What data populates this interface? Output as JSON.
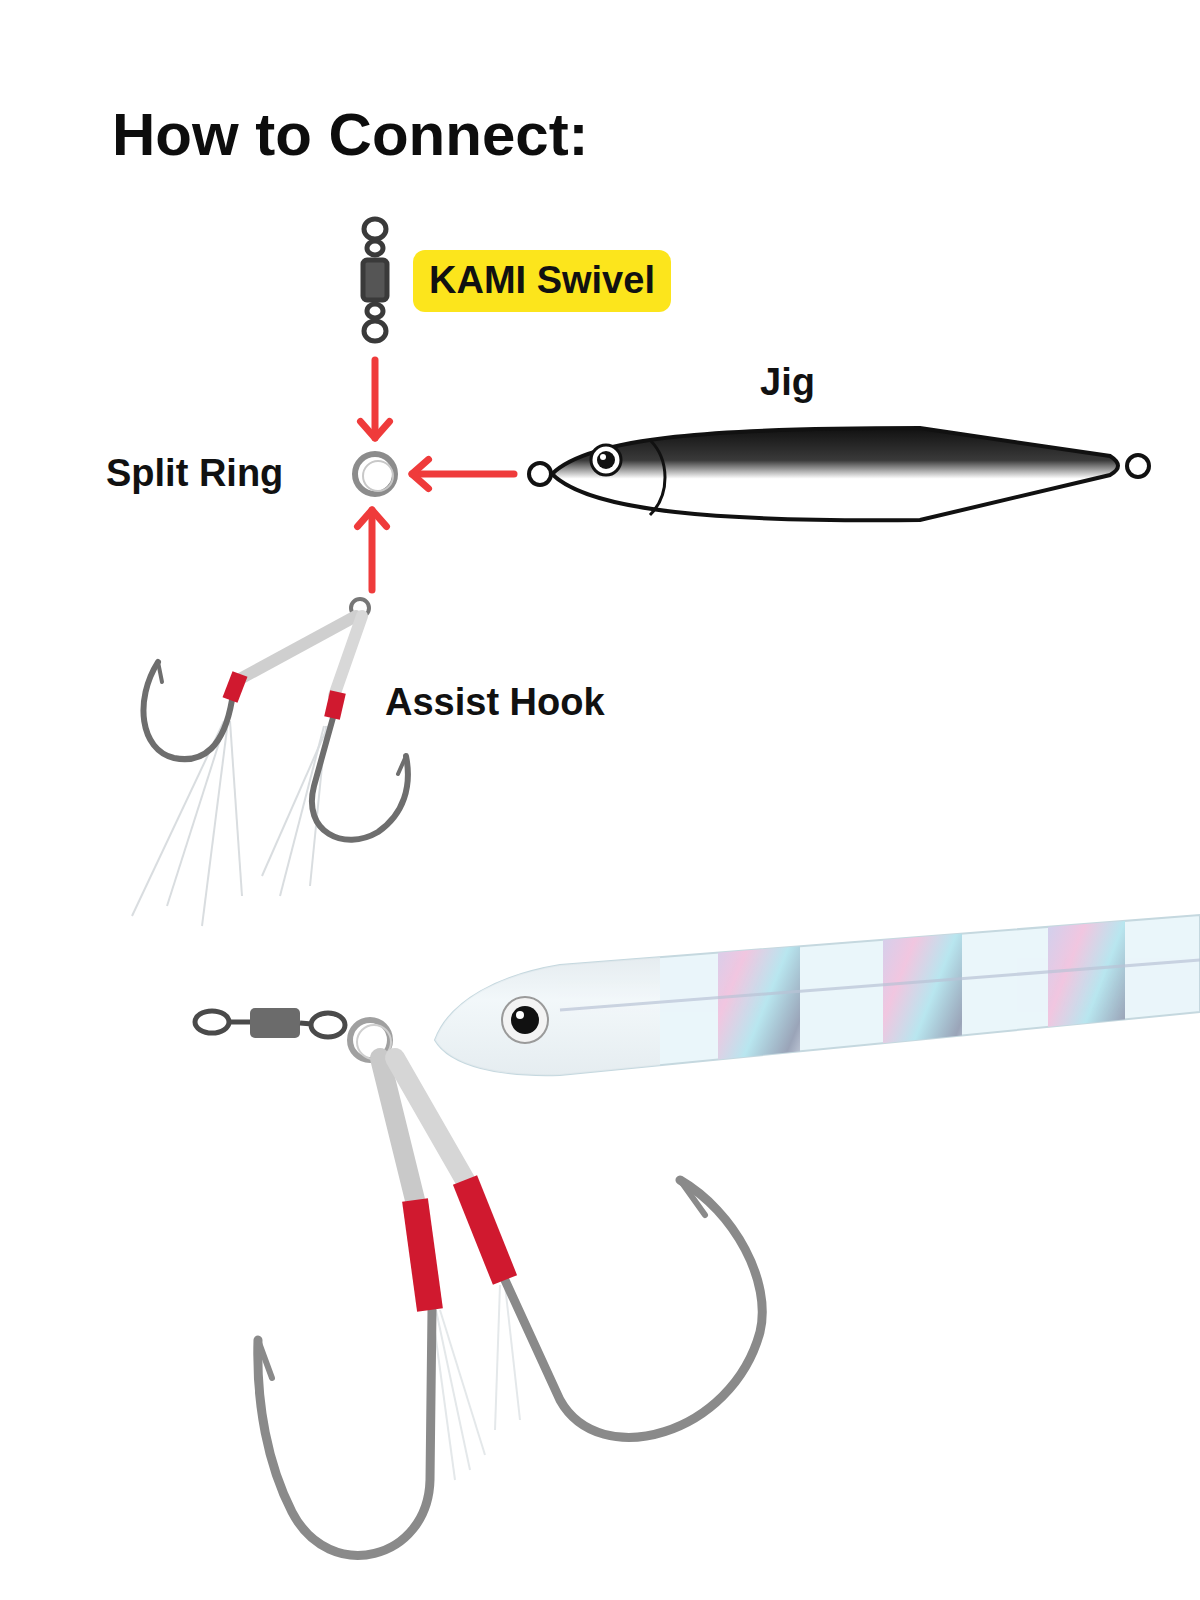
{
  "diagram": {
    "title": "How to Connect:",
    "nodes": [
      {
        "text": [
          "KAMI Swivel"
        ]
      },
      {
        "text": [
          "Split Ring"
        ]
      },
      {
        "text": [
          "Jig"
        ]
      },
      {
        "text": [
          "Assist Hook"
        ]
      }
    ],
    "edges": [
      {
        "from": 0,
        "to": 1,
        "arrow": "to"
      },
      {
        "from": 2,
        "to": 1,
        "arrow": "to"
      },
      {
        "from": 3,
        "to": 1,
        "arrow": "to"
      }
    ]
  }
}
